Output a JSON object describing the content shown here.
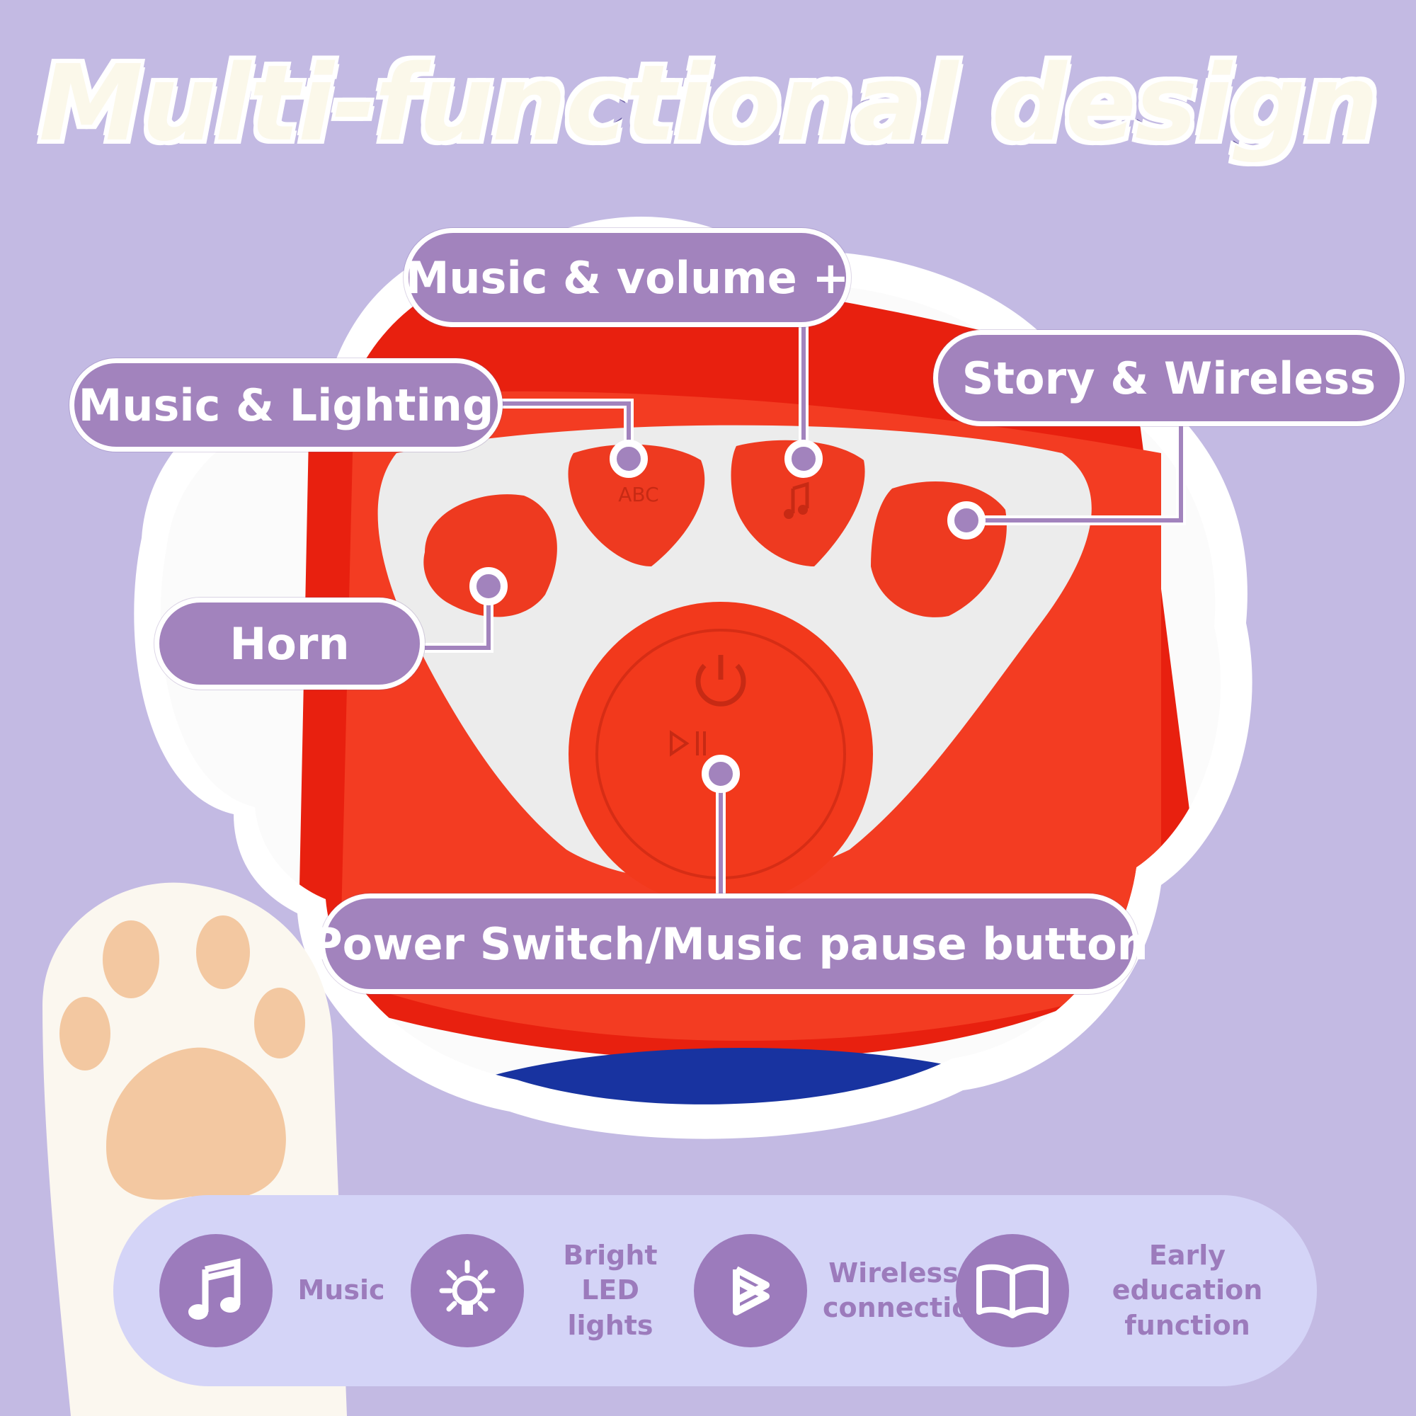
{
  "title": "Multi-functional design",
  "labels": {
    "music_volume": "Music & volume +",
    "music_lighting": "Music & Lighting",
    "story_wireless": "Story & Wireless",
    "horn": "Horn",
    "power": "Power Switch/Music pause button"
  },
  "button_marks": {
    "abc": "ABC"
  },
  "features": [
    {
      "icon": "music-note-icon",
      "lines": [
        "Music"
      ]
    },
    {
      "icon": "lightbulb-icon",
      "lines": [
        "Bright",
        "LED lights"
      ]
    },
    {
      "icon": "wireless-icon",
      "lines": [
        "Wireless",
        "connection"
      ]
    },
    {
      "icon": "open-book-icon",
      "lines": [
        "Early education",
        "function"
      ]
    }
  ],
  "colors": {
    "background": "#c3bae3",
    "label_fill": "#a283bd",
    "toy_red": "#f03a1e",
    "feature_bar": "#d4d4f7",
    "title_fill": "#fbf8ea",
    "title_outline": "#6f62a6"
  }
}
